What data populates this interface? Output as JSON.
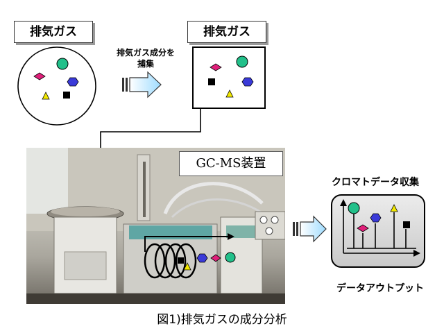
{
  "labels": {
    "exhaust_gas_left": "排気ガス",
    "exhaust_gas_right": "排気ガス",
    "capture_line1": "排気ガス成分を",
    "capture_line2": "捕集",
    "gcms": "GC-MS装置",
    "chromatogram": "クロマトデータ収集",
    "data_output": "データアウトプット",
    "caption": "図1)排気ガスの成分分析"
  },
  "colors": {
    "green": "#22c08a",
    "magenta": "#e0207a",
    "blue": "#3a3ad8",
    "yellow": "#f2e800",
    "black": "#000000",
    "arrow_fill": "#cfeeff",
    "panel": "#d8d8d8"
  }
}
